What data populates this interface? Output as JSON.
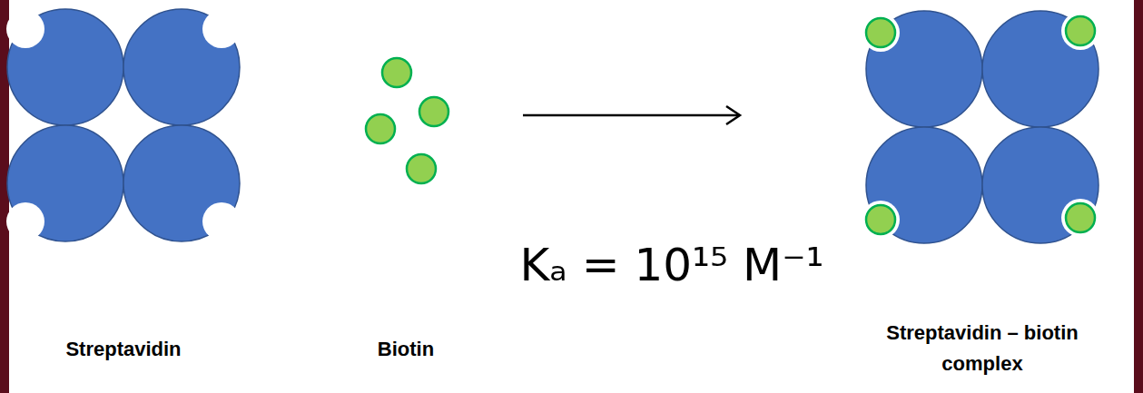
{
  "diagram": {
    "labels": [
      "Streptavidin",
      "Biotin",
      "Kₐ = 10¹⁵ M⁻¹",
      "Streptavidin – biotin complex"
    ]
  }
}
